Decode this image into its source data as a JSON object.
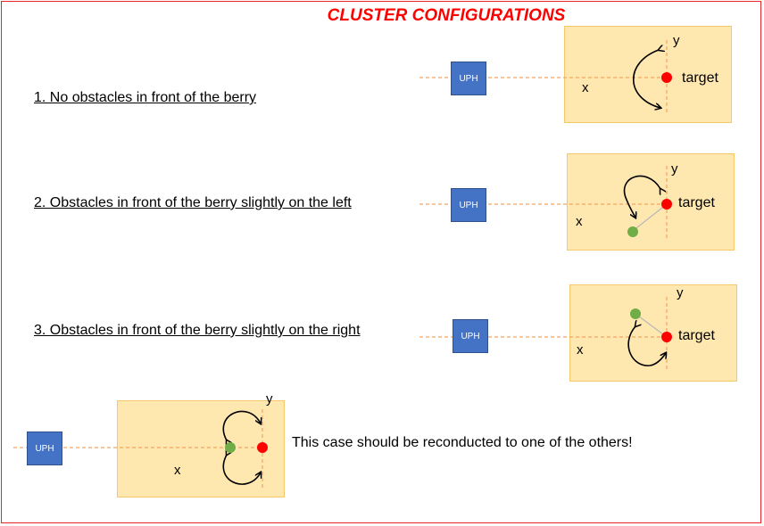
{
  "title": "CLUSTER CONFIGURATIONS",
  "cases": [
    {
      "label": "1. No obstacles in front of the berry"
    },
    {
      "label": "2. Obstacles  in front of the berry slightly on the left"
    },
    {
      "label": "3. Obstacles  in front of the berry slightly on the right"
    }
  ],
  "note": "This case should be reconducted to one of the others!",
  "uph_label": "UPH",
  "axis_x": "x",
  "axis_y": "y",
  "target_label": "target",
  "colors": {
    "border": "#e8262a",
    "title": "#ff0000",
    "panel": "#ffe8b0",
    "uph": "#4472c4",
    "target": "#ff0000",
    "obstacle": "#70ad47",
    "guide": "#f4a460"
  }
}
